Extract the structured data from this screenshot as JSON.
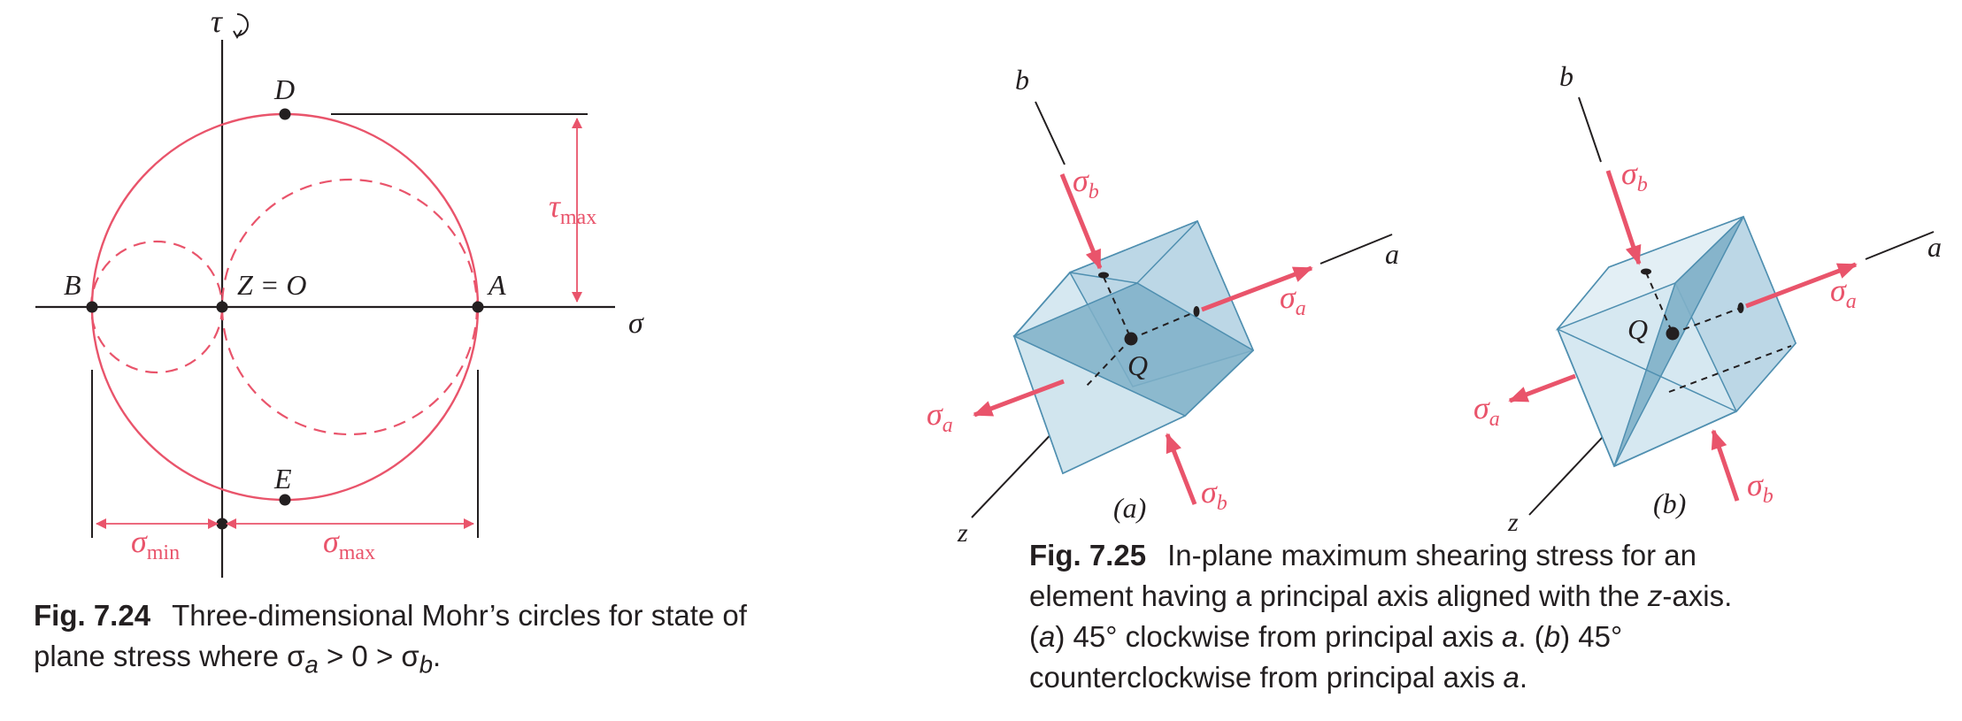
{
  "colors": {
    "ink": "#231f20",
    "accent": "#e9546b",
    "cube_light": "#cfe3ee",
    "cube_mid": "#a9cadb",
    "cube_dark": "#7fb0c8",
    "cube_edge": "#4f8fb0"
  },
  "fig24": {
    "axis_tau": "τ",
    "axis_sigma": "σ",
    "point_D": "D",
    "point_E": "E",
    "point_A": "A",
    "point_B": "B",
    "point_ZO": "Z = O",
    "tau_max_sym": "τ",
    "tau_max_sub": "max",
    "sigma_min_sym": "σ",
    "sigma_min_sub": "min",
    "sigma_max_sym": "σ",
    "sigma_max_sub": "max",
    "caption_label": "Fig. 7.24",
    "caption_text": "Three-dimensional Mohr’s circles for state of plane stress where σ",
    "caption_sub_a": "a",
    "caption_mid": " > 0 > σ",
    "caption_sub_b": "b",
    "caption_end": "."
  },
  "fig25": {
    "a": {
      "axis_b": "b",
      "axis_a": "a",
      "axis_z": "z",
      "center": "Q",
      "sigma_b_top_sym": "σ",
      "sigma_b_top_sub": "b",
      "sigma_a_right_sym": "σ",
      "sigma_a_right_sub": "a",
      "sigma_a_left_sym": "σ",
      "sigma_a_left_sub": "a",
      "sigma_b_bottom_sym": "σ",
      "sigma_b_bottom_sub": "b",
      "part_label": "(a)"
    },
    "b": {
      "axis_b": "b",
      "axis_a": "a",
      "axis_z": "z",
      "center": "Q",
      "sigma_b_top_sym": "σ",
      "sigma_b_top_sub": "b",
      "sigma_a_right_sym": "σ",
      "sigma_a_right_sub": "a",
      "sigma_a_left_sym": "σ",
      "sigma_a_left_sub": "a",
      "sigma_b_bottom_sym": "σ",
      "sigma_b_bottom_sub": "b",
      "part_label": "(b)"
    },
    "caption_label": "Fig. 7.25",
    "caption_p1": "In-plane maximum shearing stress for an element having a principal axis aligned with the ",
    "caption_z": "z",
    "caption_p2": "-axis. (",
    "caption_a1": "a",
    "caption_p3": ") 45° clockwise from principal axis ",
    "caption_a2": "a",
    "caption_p4": ". (",
    "caption_b1": "b",
    "caption_p5": ") 45° counterclockwise from principal axis ",
    "caption_a3": "a",
    "caption_p6": "."
  }
}
